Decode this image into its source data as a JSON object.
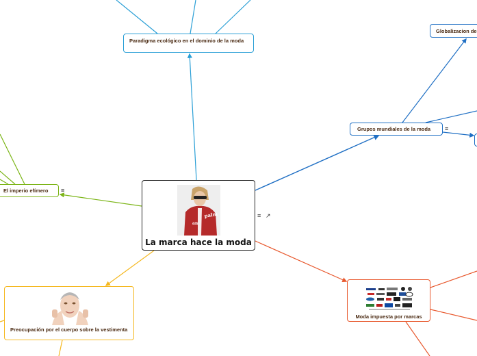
{
  "map": {
    "central": {
      "title": "La marca hace la moda"
    },
    "nodes": {
      "paradigma": "Paradigma ecológico en el dominio de la moda",
      "globalizacion": "Globalizacion de",
      "grupos": "Grupos mundiales de la moda",
      "imperio": "El imperio efímero",
      "marcas": "Moda impuesta por marcas",
      "cuerpo": "Preocupación por el cuerpo sobre la vestimenta"
    },
    "icons": {
      "notes": "≡",
      "link": "↗"
    }
  },
  "colors": {
    "blue_light": "#2a9fd6",
    "blue_dark": "#1f6fc4",
    "green": "#7cb518",
    "orange": "#e8582d",
    "yellow": "#f5b81f"
  }
}
